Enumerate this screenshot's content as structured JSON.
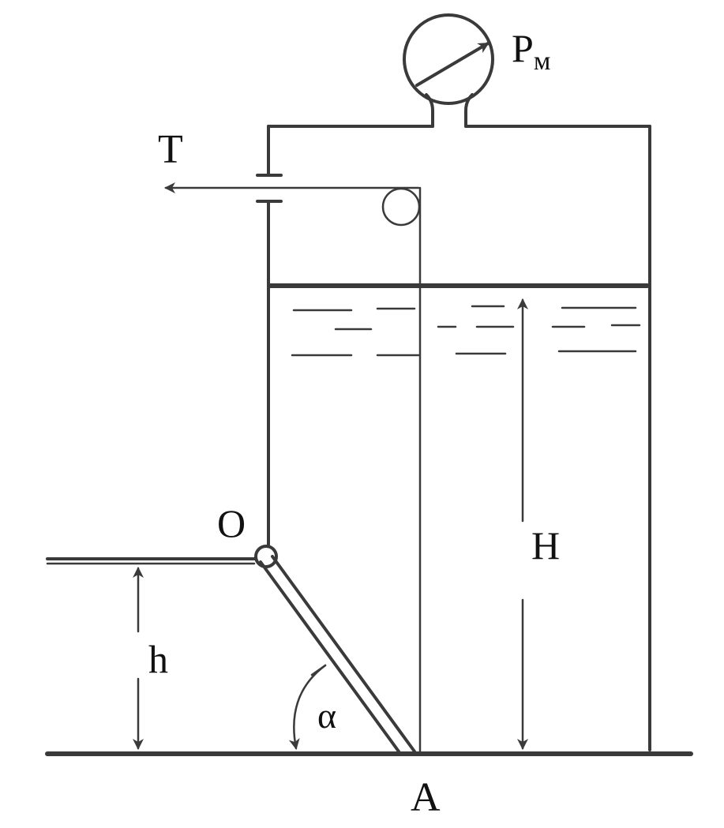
{
  "labels": {
    "pressure_gauge": "P",
    "pressure_gauge_sub": "м",
    "tension": "T",
    "pivot": "O",
    "water_height": "H",
    "outer_height": "h",
    "angle": "α",
    "gate_bottom": "A"
  },
  "colors": {
    "line": "#3a3a3a",
    "text": "#111111",
    "background": "#ffffff"
  }
}
